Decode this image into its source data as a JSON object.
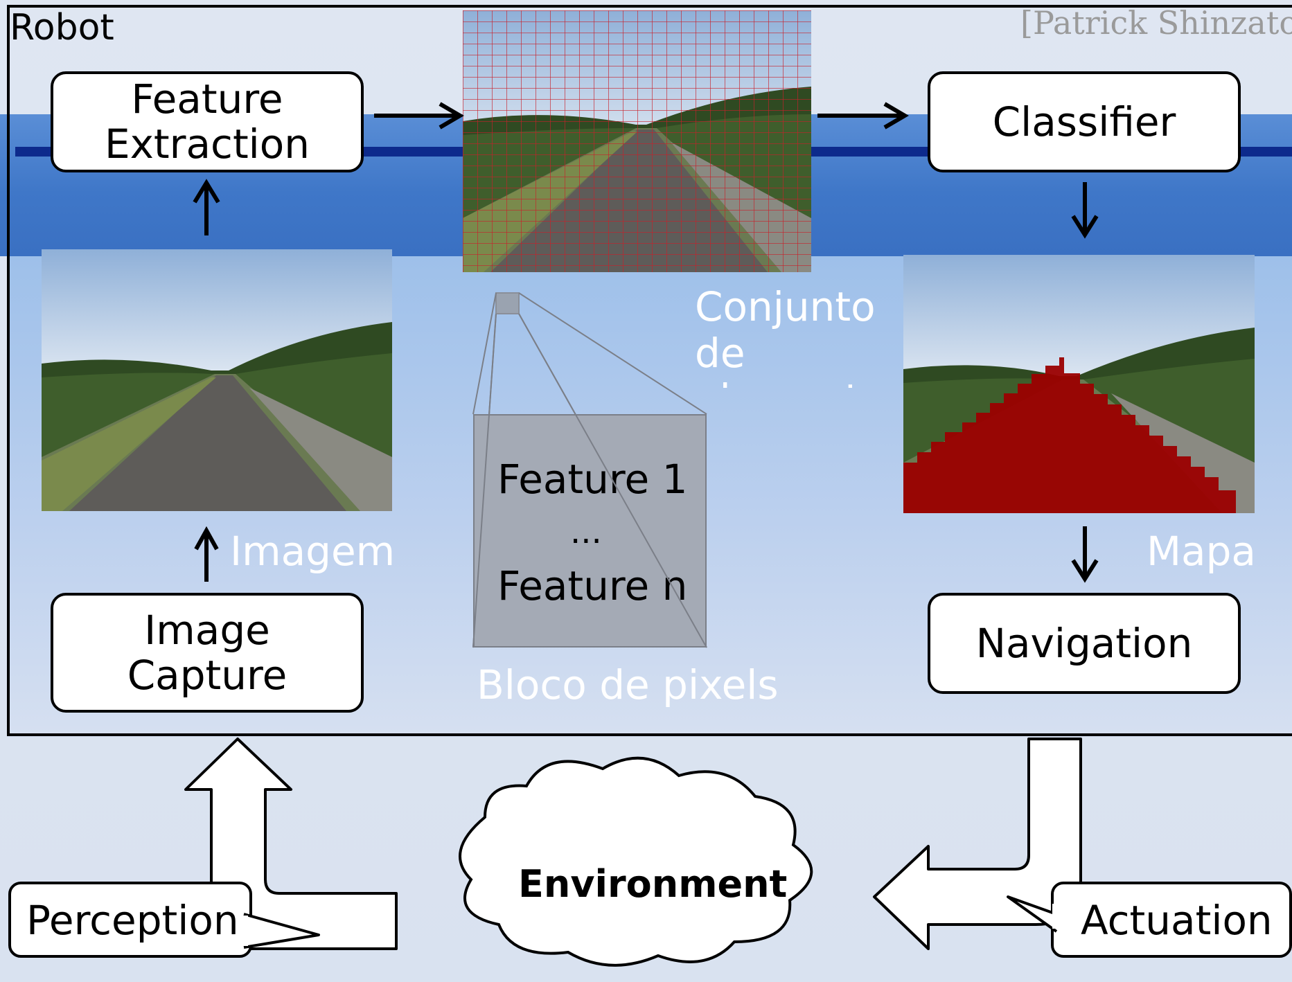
{
  "frame": {
    "title": "Robot",
    "credit": "[Patrick Shinzato]"
  },
  "boxes": {
    "feature_extraction": "Feature Extraction",
    "classifier": "Classifier",
    "image_capture": "Image Capture",
    "navigation": "Navigation"
  },
  "captions": {
    "imagem": "Imagem",
    "mapa": "Mapa",
    "conjunto": "Conjunto de elementos",
    "bloco": "Bloco de pixels"
  },
  "feature_block": {
    "line1": "Feature 1",
    "line2": "...",
    "line3": "Feature n"
  },
  "environment": {
    "cloud_label": "Environment",
    "perception": "Perception",
    "actuation": "Actuation"
  },
  "colors": {
    "band_blue": "#3f77c8",
    "band_line": "#0d2a8c",
    "grid_red": "#c8202a",
    "road_mask": "#9b0000",
    "feature_block": "#a4aab5"
  }
}
